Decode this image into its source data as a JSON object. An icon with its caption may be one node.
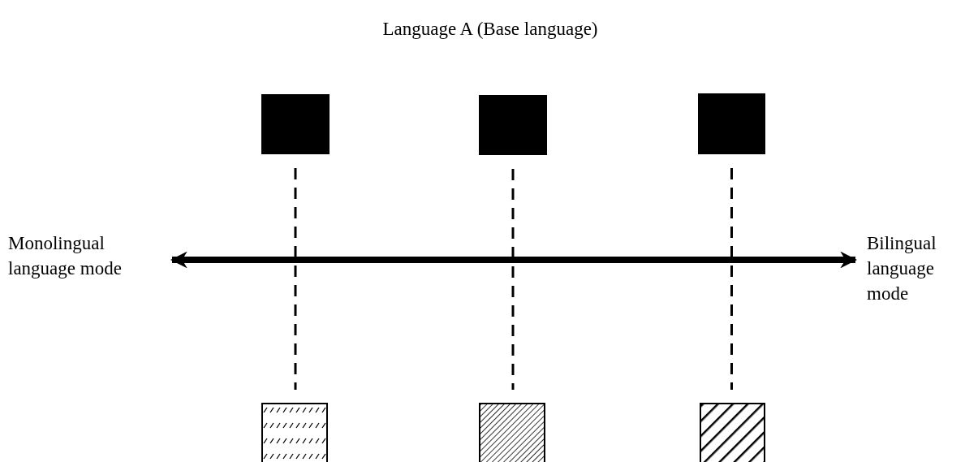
{
  "diagram": {
    "title": "Language A (Base language)",
    "nodes": [
      {
        "text": [],
        "shape": "box"
      },
      {
        "text": [],
        "shape": "box"
      },
      {
        "text": [],
        "shape": "box"
      },
      {
        "text": [
          "Monolingual language mode"
        ]
      },
      {
        "text": [
          "Bilingual language mode"
        ]
      },
      {
        "text": [],
        "shape": "box"
      },
      {
        "text": [],
        "shape": "box"
      },
      {
        "text": [],
        "shape": "box"
      }
    ],
    "edges": [
      {
        "from": 0,
        "to": 5,
        "arrow": "none",
        "style": "dashed"
      },
      {
        "from": 1,
        "to": 6,
        "arrow": "none",
        "style": "dashed"
      },
      {
        "from": 2,
        "to": 7,
        "arrow": "none",
        "style": "dashed"
      },
      {
        "from": 3,
        "to": 4,
        "arrow": "both",
        "style": "thick"
      }
    ]
  }
}
